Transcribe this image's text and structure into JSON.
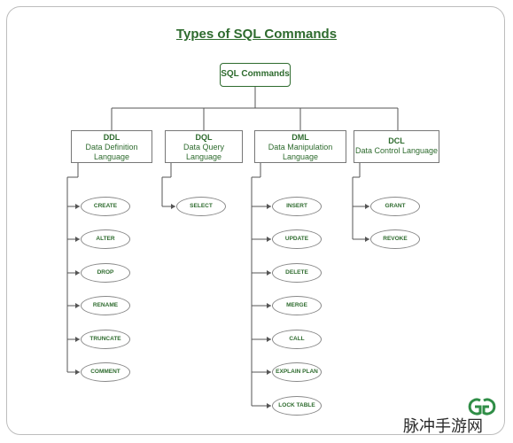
{
  "title": "Types of SQL Commands",
  "root": "SQL Commands",
  "categories": [
    {
      "abbr": "DDL",
      "line1": "Data Definition",
      "line2": "Language",
      "commands": [
        "CREATE",
        "ALTER",
        "DROP",
        "RENAME",
        "TRUNCATE",
        "COMMENT"
      ]
    },
    {
      "abbr": "DQL",
      "line1": "Data Query",
      "line2": "Language",
      "commands": [
        "SELECT"
      ]
    },
    {
      "abbr": "DML",
      "line1": "Data Manipulation",
      "line2": "Language",
      "commands": [
        "INSERT",
        "UPDATE",
        "DELETE",
        "MERGE",
        "CALL",
        "EXPLAIN PLAN",
        "LOCK TABLE"
      ]
    },
    {
      "abbr": "DCL",
      "line1": "Data Control Language",
      "line2": "",
      "commands": [
        "GRANT",
        "REVOKE"
      ]
    }
  ],
  "watermark": "脉冲手游网",
  "colors": {
    "accent": "#2e6b2e",
    "line": "#555555"
  }
}
